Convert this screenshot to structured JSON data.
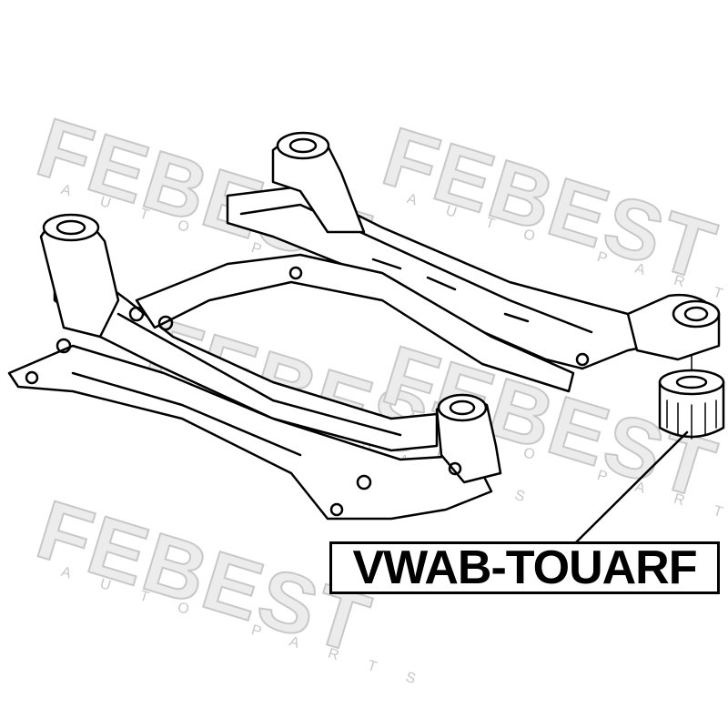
{
  "watermark": {
    "brand": "FEBEST",
    "tagline": "AUTO PARTS"
  },
  "part_label": "VWAB-TOUARF",
  "colors": {
    "line": "#000000",
    "watermark": "#dcdcdc",
    "background": "#ffffff"
  }
}
